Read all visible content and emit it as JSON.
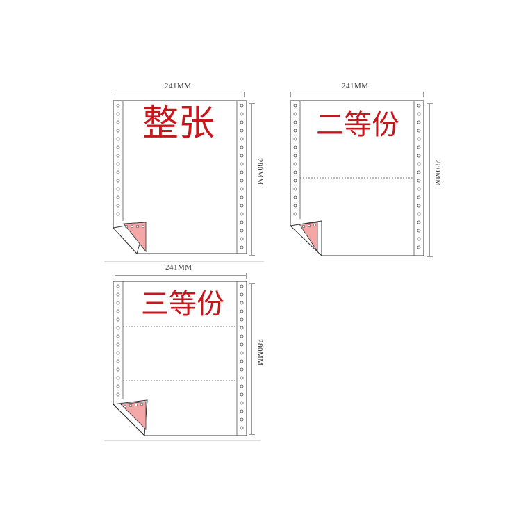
{
  "panels": {
    "full": {
      "label": "整张",
      "width_label": "241MM",
      "height_label": "280MM"
    },
    "half": {
      "label": "二等份",
      "width_label": "241MM",
      "height_label": "280MM"
    },
    "third": {
      "label": "三等份",
      "width_label": "241MM",
      "height_label": "280MM"
    }
  },
  "colors": {
    "label_red": "#c8161d",
    "fold_pink": "#f4a7a7",
    "outline": "#333333"
  }
}
